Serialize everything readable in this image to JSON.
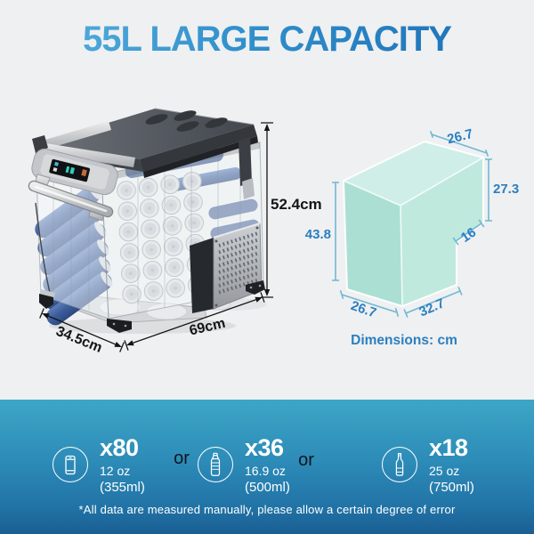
{
  "title": "55L LARGE CAPACITY",
  "product": {
    "exterior_dimensions": {
      "height": "52.4cm",
      "width": "69cm",
      "depth": "34.5cm"
    }
  },
  "interior": {
    "top_width": "26.7",
    "right_height": "27.3",
    "step_depth": "16",
    "left_height": "43.8",
    "bottom_depth": "26.7",
    "bottom_width": "32.7",
    "caption": "Dimensions: cm"
  },
  "capacity": {
    "separator": "or",
    "items": [
      {
        "icon": "can-icon",
        "count": "x80",
        "size": "12 oz",
        "volume": "(355ml)"
      },
      {
        "icon": "water-bottle-icon",
        "count": "x36",
        "size": "16.9 oz",
        "volume": "(500ml)"
      },
      {
        "icon": "wine-bottle-icon",
        "count": "x18",
        "size": "25 oz",
        "volume": "(750ml)"
      }
    ],
    "disclaimer": "*All data are measured manually, please allow a certain degree of error"
  },
  "colors": {
    "title_blue_light": "#5cb3e0",
    "title_blue_dark": "#1a6cb3",
    "dimension_text_blue": "#2a7fc1",
    "dimension_line_blue": "#6fb8d4",
    "interior_green": "#bfe9dd",
    "band_top": "#3da6c6",
    "band_bottom": "#1a5f93",
    "can_blue": "#3f62a0"
  }
}
